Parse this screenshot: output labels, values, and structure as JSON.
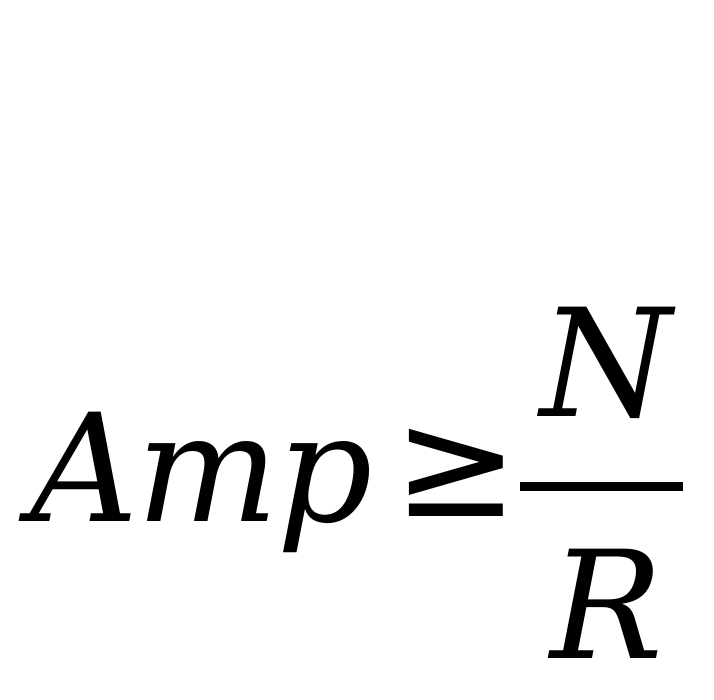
{
  "formula": {
    "lhs": "Amp",
    "relation": "≥",
    "numerator": "N",
    "denominator": "R"
  }
}
